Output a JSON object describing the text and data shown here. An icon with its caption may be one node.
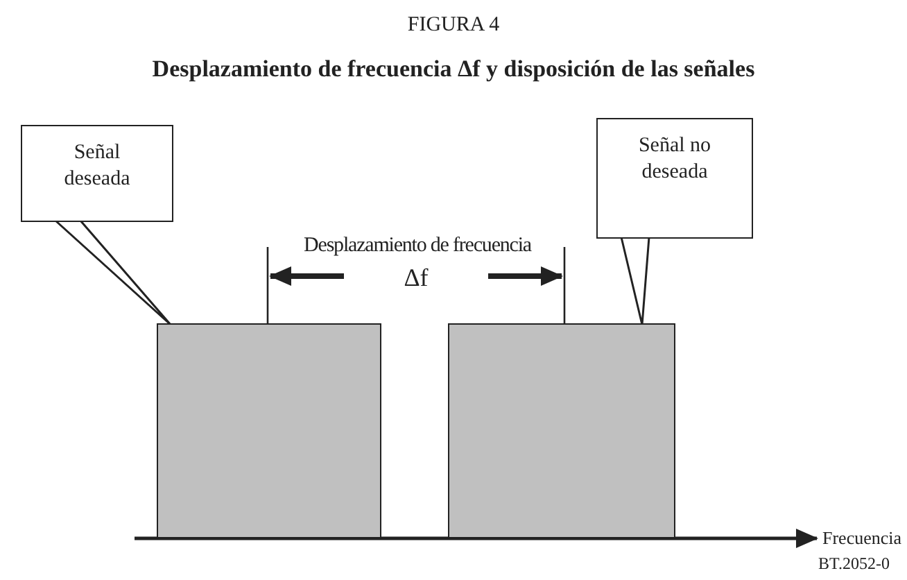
{
  "diagram": {
    "title": "Desplazamiento de frecuencia Δf y disposición de las señales",
    "nodes": [
      {
        "text": [
          "Señal deseada"
        ]
      },
      {
        "text": [
          "Señal no deseada"
        ]
      },
      {
        "text": [],
        "shape": "box"
      },
      {
        "text": [],
        "shape": "box"
      }
    ],
    "edges": [
      {
        "from": 0,
        "to": 2,
        "arrow": "none"
      },
      {
        "from": 1,
        "to": 3,
        "arrow": "none"
      }
    ],
    "labels": [
      "FIGURA 4",
      "Desplazamiento de frecuencia",
      "Δf",
      "Frecuencia",
      "BT.2052-0"
    ]
  }
}
